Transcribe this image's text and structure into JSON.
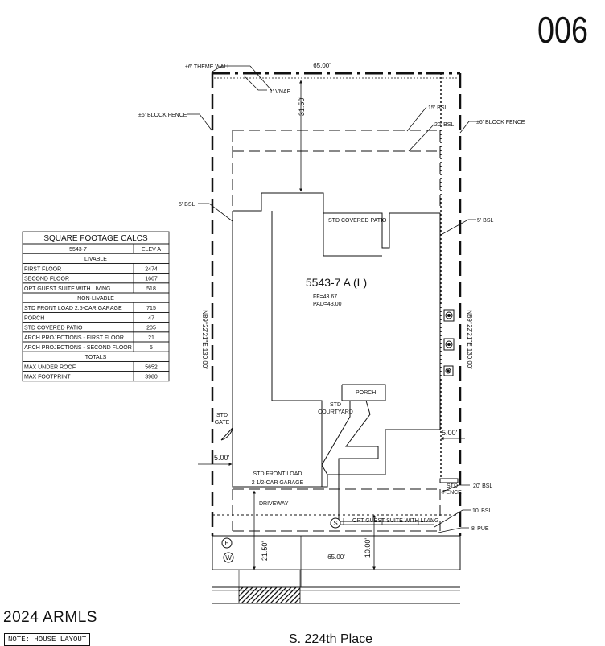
{
  "page_number": "006",
  "copyright": "2024 ARMLS",
  "note": "NOTE: HOUSE LAYOUT",
  "street": "S. 224th Place",
  "plan": {
    "name": "5543-7 A (L)",
    "ff": "FF=43.67",
    "pad": "PAD=43.00"
  },
  "labels": {
    "theme_wall": "±6' THEME WALL",
    "vnae": "1' VNAE",
    "block_fence_left": "±6' BLOCK FENCE",
    "block_fence_right": "±6' BLOCK FENCE",
    "bsl_15": "15' BSL",
    "bsl_20_top": "20' BSL",
    "bsl_5_left": "5' BSL",
    "bsl_5_right": "5' BSL",
    "covered_patio": "STD COVERED PATIO",
    "porch": "PORCH",
    "courtyard_1": "STD",
    "courtyard_2": "COURTYARD",
    "gate_1": "STD",
    "gate_2": "GATE",
    "garage_1": "STD FRONT LOAD",
    "garage_2": "2 1/2-CAR GARAGE",
    "driveway": "DRIVEWAY",
    "guest_suite": "OPT GUEST SUITE WITH LIVING",
    "std_fence_1": "STD",
    "std_fence_2": "FENCE",
    "bsl_20_bottom": "20' BSL",
    "bsl_10": "10' BSL",
    "pue_8": "8' PUE",
    "e_marker": "E",
    "w_marker": "W",
    "s_marker": "S"
  },
  "dimensions": {
    "top_width": "65.00'",
    "bottom_width": "65.00'",
    "rear_setback": "31.50'",
    "left_depth": "N89°22'21\"E  130.00'",
    "right_depth": "N89°22'21\"E  130.00'",
    "left_side": "5.00'",
    "right_side": "5.00'",
    "front_setback": "21.50'",
    "pue_depth": "10.00'"
  },
  "table": {
    "title": "SQUARE FOOTAGE CALCS",
    "plan_col": "5543-7",
    "elev_col": "ELEV A",
    "sections": [
      {
        "heading": "LIVABLE",
        "rows": [
          {
            "label": "FIRST FLOOR",
            "value": "2474"
          },
          {
            "label": "SECOND FLOOR",
            "value": "1667"
          },
          {
            "label": "OPT GUEST SUITE WITH LIVING",
            "value": "518"
          }
        ]
      },
      {
        "heading": "NON-LIVABLE",
        "rows": [
          {
            "label": "STD FRONT LOAD 2.5-CAR GARAGE",
            "value": "715"
          },
          {
            "label": "PORCH",
            "value": "47"
          },
          {
            "label": "STD COVERED PATIO",
            "value": "205"
          },
          {
            "label": "ARCH PROJECTIONS - FIRST FLOOR",
            "value": "21"
          },
          {
            "label": "ARCH PROJECTIONS - SECOND FLOOR",
            "value": "5"
          }
        ]
      },
      {
        "heading": "TOTALS",
        "rows": [
          {
            "label": "MAX UNDER ROOF",
            "value": "5652"
          },
          {
            "label": "MAX FOOTPRINT",
            "value": "3980"
          }
        ]
      }
    ]
  }
}
